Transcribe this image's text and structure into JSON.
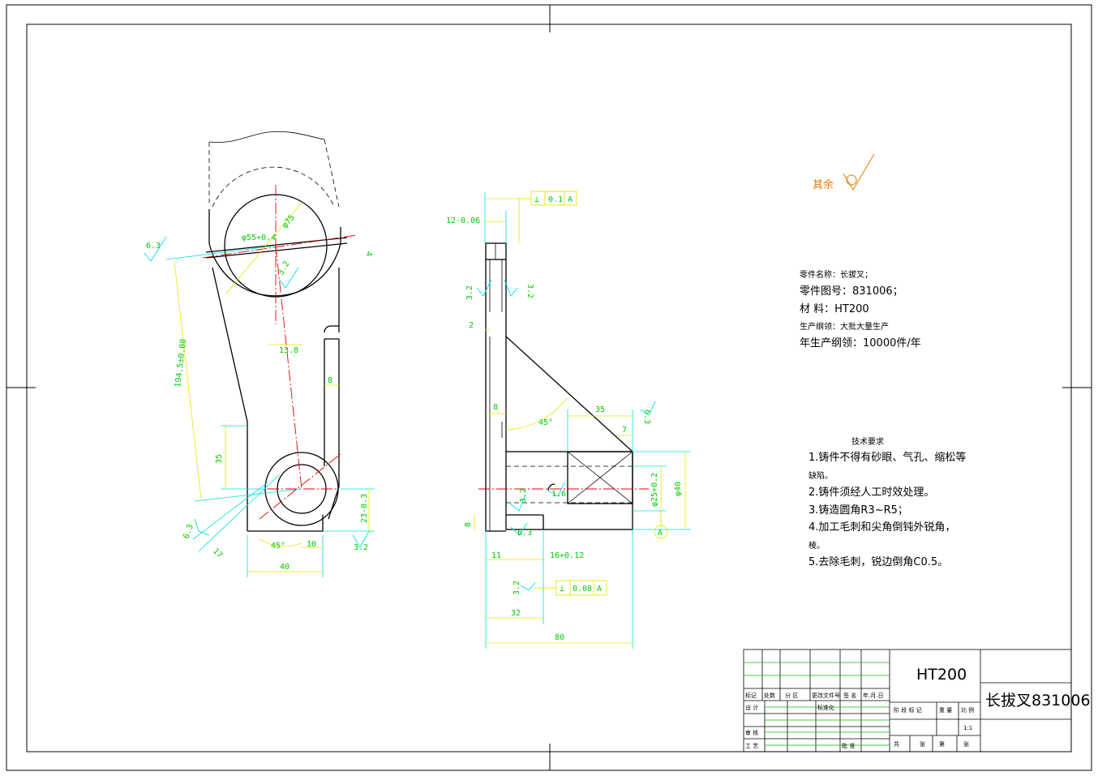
{
  "surface_finish_note": {
    "label": "其余"
  },
  "part_info": {
    "name": "零件名称：长拔叉；",
    "number": "零件图号：831006；",
    "material": "材      料：HT200",
    "production_type": "生产纲领：大批大量生产",
    "annual_output": "年生产纲领：10000件/年"
  },
  "tech_requirements": {
    "title": "技术要求",
    "items": [
      "1.铸件不得有砂眼、气孔、缩松等",
      "缺陷。",
      "2.铸件须经人工时效处理。",
      "3.铸造圆角R3~R5；",
      "4.加工毛刺和尖角倒钝外锐角，",
      "棱。",
      "5.去除毛刺，锐边倒角C0.5。"
    ]
  },
  "front_view_dims": {
    "d75": "φ75",
    "d55": "φ55+0.4",
    "r32a": "3.2",
    "r63a": "6.3",
    "four": "4",
    "len": "194.5±0.08",
    "w138": "13.8",
    "w8": "8",
    "h35": "35",
    "h23": "23-0.3",
    "a45": "45°",
    "w10": "10",
    "r32b": "3.2",
    "w40": "40",
    "r63b": "6.3",
    "w17": "17"
  },
  "side_view_dims": {
    "fcf_top": {
      "symbol": "⊥",
      "tol": "0.1",
      "datum": "A"
    },
    "w12": "12-0.06",
    "r32l": "3.2",
    "r32r": "3.2",
    "w2": "2",
    "w8a": "8",
    "a45": "45°",
    "w35": "35",
    "w7": "7",
    "r63": "6.3",
    "r32c": "3.2",
    "r16": "1.6",
    "d25": "φ25+0.2",
    "d40": "φ40",
    "datumA": "A",
    "w8b": "8",
    "r63c": "6.3",
    "w11": "11",
    "w16": "16+0.12",
    "r32d": "3.2",
    "fcf_bottom": {
      "symbol": "⊥",
      "tol": "0.08",
      "datum": "A"
    },
    "w32": "32",
    "w80": "80"
  },
  "title_block": {
    "material": "HT200",
    "drawing_title": "长拔叉831006",
    "scale": "1:1",
    "row_labels": [
      "标记",
      "处数",
      "分 区",
      "更改文件号",
      "签 名",
      "年.月.日"
    ],
    "left_labels": [
      "设 计",
      "标准化",
      "审 核",
      "工 艺",
      "批 准"
    ],
    "right_labels": [
      "阶 段 标 记",
      "重 量",
      "比 例"
    ],
    "bottom_labels": [
      "共",
      "张",
      "第",
      "张"
    ]
  }
}
